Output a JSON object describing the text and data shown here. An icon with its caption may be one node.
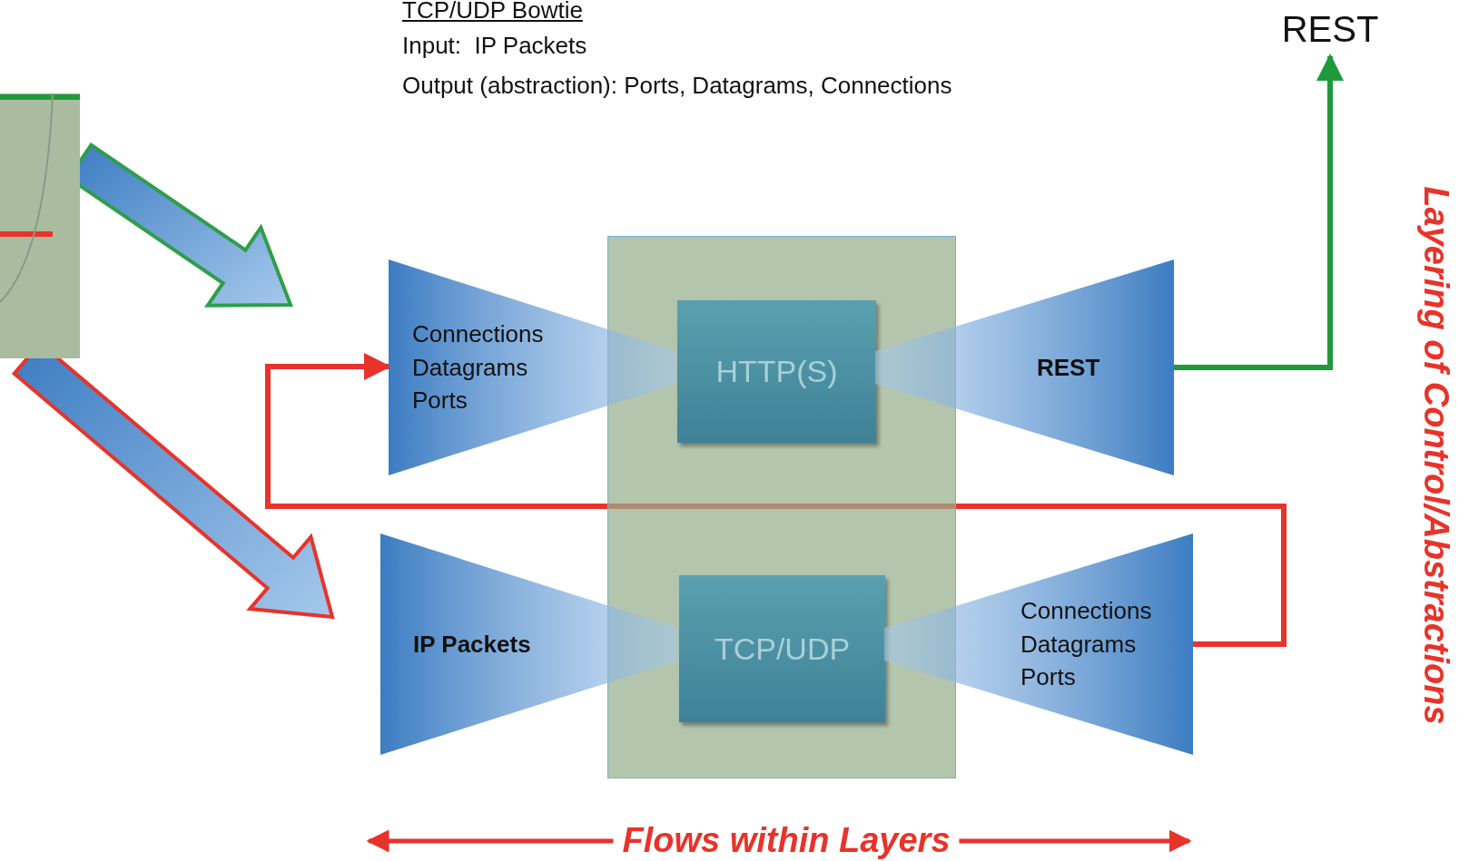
{
  "diagram": {
    "title": "TCP/UDP Bowtie",
    "nodes": [
      {
        "text": [],
        "shape": "box"
      },
      {
        "text": [
          "Connections Datagrams Ports"
        ]
      },
      {
        "text": [
          "HTTP(S)"
        ],
        "in": 0
      },
      {
        "text": [
          "REST"
        ]
      },
      {
        "text": [
          "IP Packets"
        ]
      },
      {
        "text": [
          "TCP/UDP"
        ],
        "in": 0
      },
      {
        "text": [
          "Connections Datagrams Ports"
        ]
      },
      {
        "text": [
          "REST"
        ]
      },
      {
        "text": [],
        "shape": "box"
      }
    ],
    "edges": [
      {
        "from": 3,
        "to": 7,
        "arrow": "to",
        "color": "#1e9a3c"
      },
      {
        "from": 6,
        "to": 1,
        "arrow": "to",
        "color": "#e8332a"
      },
      {
        "from": 8,
        "to": 1,
        "arrow": "to",
        "style": "thick",
        "color": "#2e9e4a"
      },
      {
        "from": 8,
        "to": 4,
        "arrow": "to",
        "style": "thick",
        "color": "#e8332a"
      }
    ],
    "labels": [
      "Input:  IP Packets",
      "Output (abstraction): Ports, Datagrams, Connections",
      "Layering of Control/Abstractions",
      "Flows within Layers"
    ]
  }
}
